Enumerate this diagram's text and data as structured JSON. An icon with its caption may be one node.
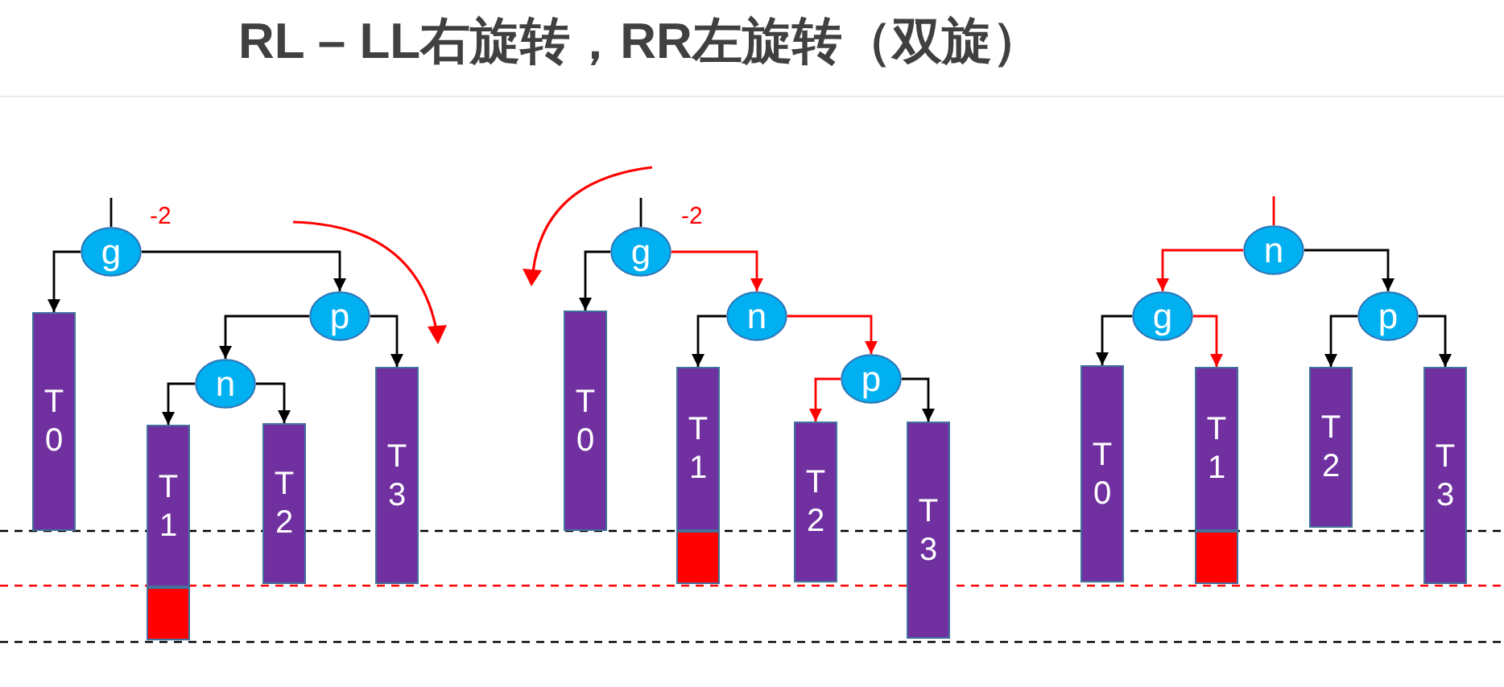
{
  "diagram": {
    "title": "RL – LL右旋转，RR左旋转（双旋）",
    "nodes": [
      {
        "text": [
          "g"
        ],
        "beside": [
          "-2"
        ]
      },
      {
        "text": [
          "p"
        ]
      },
      {
        "text": [
          "n"
        ]
      },
      {
        "text": [
          "T 0"
        ]
      },
      {
        "text": [
          "T 1"
        ]
      },
      {
        "text": [],
        "shape": "box"
      },
      {
        "text": [
          "T 2"
        ]
      },
      {
        "text": [
          "T 3"
        ]
      },
      {
        "text": [
          "g"
        ],
        "beside": [
          "-2"
        ]
      },
      {
        "text": [
          "n"
        ]
      },
      {
        "text": [
          "p"
        ]
      },
      {
        "text": [
          "T 0"
        ]
      },
      {
        "text": [
          "T 1"
        ]
      },
      {
        "text": [],
        "shape": "box"
      },
      {
        "text": [
          "T 2"
        ]
      },
      {
        "text": [
          "T 3"
        ]
      },
      {
        "text": [
          "n"
        ]
      },
      {
        "text": [
          "g"
        ]
      },
      {
        "text": [
          "p"
        ]
      },
      {
        "text": [
          "T 0"
        ]
      },
      {
        "text": [
          "T 1"
        ]
      },
      {
        "text": [],
        "shape": "box"
      },
      {
        "text": [
          "T 2"
        ]
      },
      {
        "text": [
          "T 3"
        ]
      }
    ],
    "edges": [
      {
        "from": null,
        "to": 0,
        "arrow": "none"
      },
      {
        "from": 0,
        "to": 3,
        "arrow": "to"
      },
      {
        "from": 0,
        "to": 1,
        "arrow": "to"
      },
      {
        "from": 1,
        "to": 2,
        "arrow": "to"
      },
      {
        "from": 1,
        "to": 7,
        "arrow": "to"
      },
      {
        "from": 2,
        "to": 4,
        "arrow": "to"
      },
      {
        "from": 2,
        "to": 6,
        "arrow": "to"
      },
      {
        "from": null,
        "to": 8,
        "arrow": "none"
      },
      {
        "from": 8,
        "to": 11,
        "arrow": "to"
      },
      {
        "from": 8,
        "to": 9,
        "arrow": "to",
        "color": "#ff0000"
      },
      {
        "from": 9,
        "to": 12,
        "arrow": "to"
      },
      {
        "from": 9,
        "to": 10,
        "arrow": "to",
        "color": "#ff0000"
      },
      {
        "from": 10,
        "to": 14,
        "arrow": "to",
        "color": "#ff0000"
      },
      {
        "from": 10,
        "to": 15,
        "arrow": "to"
      },
      {
        "from": null,
        "to": 16,
        "arrow": "none",
        "color": "#ff0000"
      },
      {
        "from": 16,
        "to": 17,
        "arrow": "to",
        "color": "#ff0000"
      },
      {
        "from": 16,
        "to": 18,
        "arrow": "to"
      },
      {
        "from": 17,
        "to": 19,
        "arrow": "to"
      },
      {
        "from": 17,
        "to": 20,
        "arrow": "to",
        "color": "#ff0000"
      },
      {
        "from": 18,
        "to": 22,
        "arrow": "to"
      },
      {
        "from": 18,
        "to": 23,
        "arrow": "to"
      }
    ]
  }
}
